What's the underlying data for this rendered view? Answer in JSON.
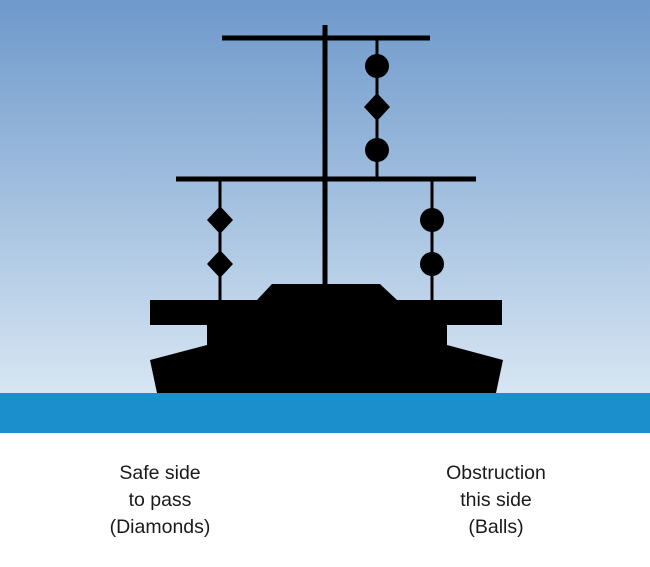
{
  "colors": {
    "sky_top": "#6e99cb",
    "sky_bottom": "#d7e6f3",
    "water": "#1a8fcc",
    "vessel": "#000000",
    "background": "#ffffff"
  },
  "shapes": {
    "left_signal": [
      "diamond",
      "diamond"
    ],
    "right_signal": [
      "ball",
      "ball"
    ],
    "masthead_signal": [
      "ball",
      "diamond",
      "ball"
    ]
  },
  "captions": {
    "left": {
      "line1": "Safe side",
      "line2": "to pass",
      "line3": "(Diamonds)"
    },
    "right": {
      "line1": "Obstruction",
      "line2": "this side",
      "line3": "(Balls)"
    }
  }
}
